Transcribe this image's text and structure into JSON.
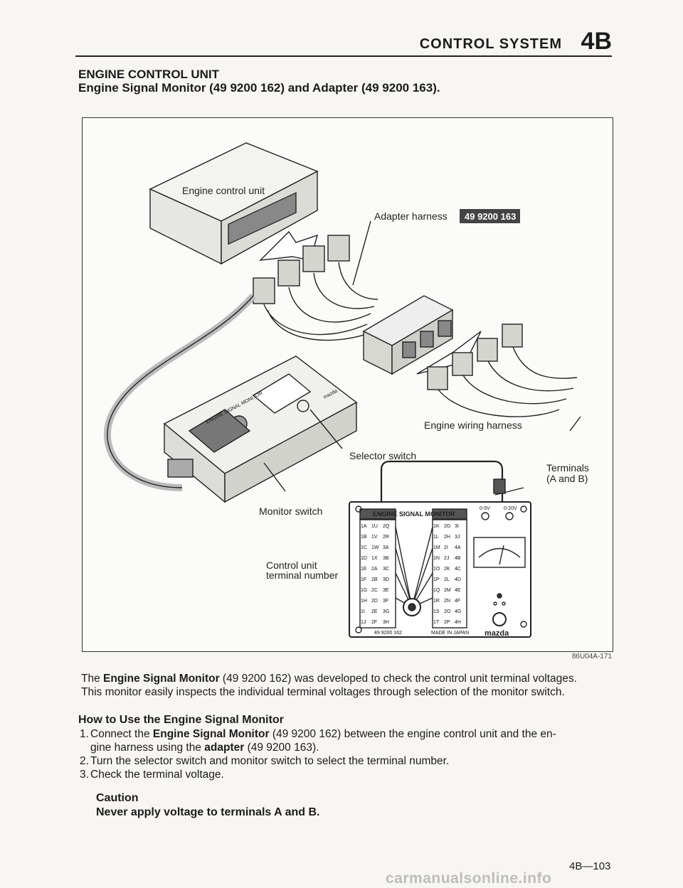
{
  "header": {
    "title": "CONTROL SYSTEM",
    "code": "4B"
  },
  "section": {
    "title": "ENGINE CONTROL UNIT",
    "subtitle": "Engine Signal Monitor (49 9200 162) and Adapter (49 9200 163)."
  },
  "figure": {
    "labels": {
      "engine_control_unit": "Engine control unit",
      "adapter_harness": "Adapter harness",
      "adapter_code": "49 9200 163",
      "engine_wiring_harness": "Engine wiring harness",
      "selector_switch": "Selector switch",
      "terminals": "Terminals",
      "terminals_ab": "(A and B)",
      "monitor_switch": "Monitor switch",
      "control_unit": "Control unit",
      "terminal_number": "terminal number",
      "panel_title": "ENGINE SIGNAL MONITOR",
      "range_low": "0-5V",
      "range_high": "0-20V",
      "panel_part": "49 9200 162",
      "panel_made": "MADE IN JAPAN",
      "panel_brand": "mazda",
      "box_brand": "mazda",
      "box_title": "ENGINE SIGNAL MONITOR"
    },
    "terminals_left": [
      "1A",
      "1B",
      "1C",
      "1D",
      "1E",
      "1F",
      "1G",
      "1H",
      "1I",
      "1J"
    ],
    "terminals_mid": [
      "1U",
      "1V",
      "1W",
      "1X",
      "2A",
      "2B",
      "2C",
      "2D",
      "2E",
      "2F"
    ],
    "terminals_mid2": [
      "2Q",
      "2R",
      "3A",
      "3B",
      "3C",
      "3D",
      "3E",
      "3F",
      "3G",
      "3H"
    ],
    "terminals_right": [
      "1K",
      "1L",
      "1M",
      "1N",
      "1O",
      "1P",
      "1Q",
      "1R",
      "1S",
      "1T"
    ],
    "terminals_right2": [
      "2G",
      "2H",
      "2I",
      "2J",
      "2K",
      "2L",
      "2M",
      "2N",
      "2O",
      "2P"
    ],
    "terminals_right3": [
      "3I",
      "3J",
      "4A",
      "4B",
      "4C",
      "4D",
      "4E",
      "4F",
      "4G",
      "4H"
    ],
    "code": "86U04A-171"
  },
  "paragraph": {
    "p1_a": "The ",
    "p1_bold": "Engine Signal Monitor",
    "p1_b": " (49 9200 162) was developed to check the control unit terminal voltages.",
    "p1_c": "This monitor easily inspects the individual terminal voltages through selection of the monitor switch."
  },
  "howto": {
    "title": "How to Use the Engine Signal Monitor",
    "step1_num": "1.",
    "step1_a": "Connect the ",
    "step1_bold1": "Engine Signal Monitor",
    "step1_b": " (49 9200 162) between the engine control unit and the en-",
    "step1_c": "gine harness using the ",
    "step1_bold2": "adapter",
    "step1_d": " (49 9200 163).",
    "step2_num": "2.",
    "step2": "Turn the selector switch and monitor switch to select the terminal number.",
    "step3_num": "3.",
    "step3": "Check the terminal voltage."
  },
  "caution": {
    "title": "Caution",
    "body": "Never apply voltage to terminals A and B."
  },
  "page_number": "4B—103",
  "watermark": "carmanualsonline.info"
}
